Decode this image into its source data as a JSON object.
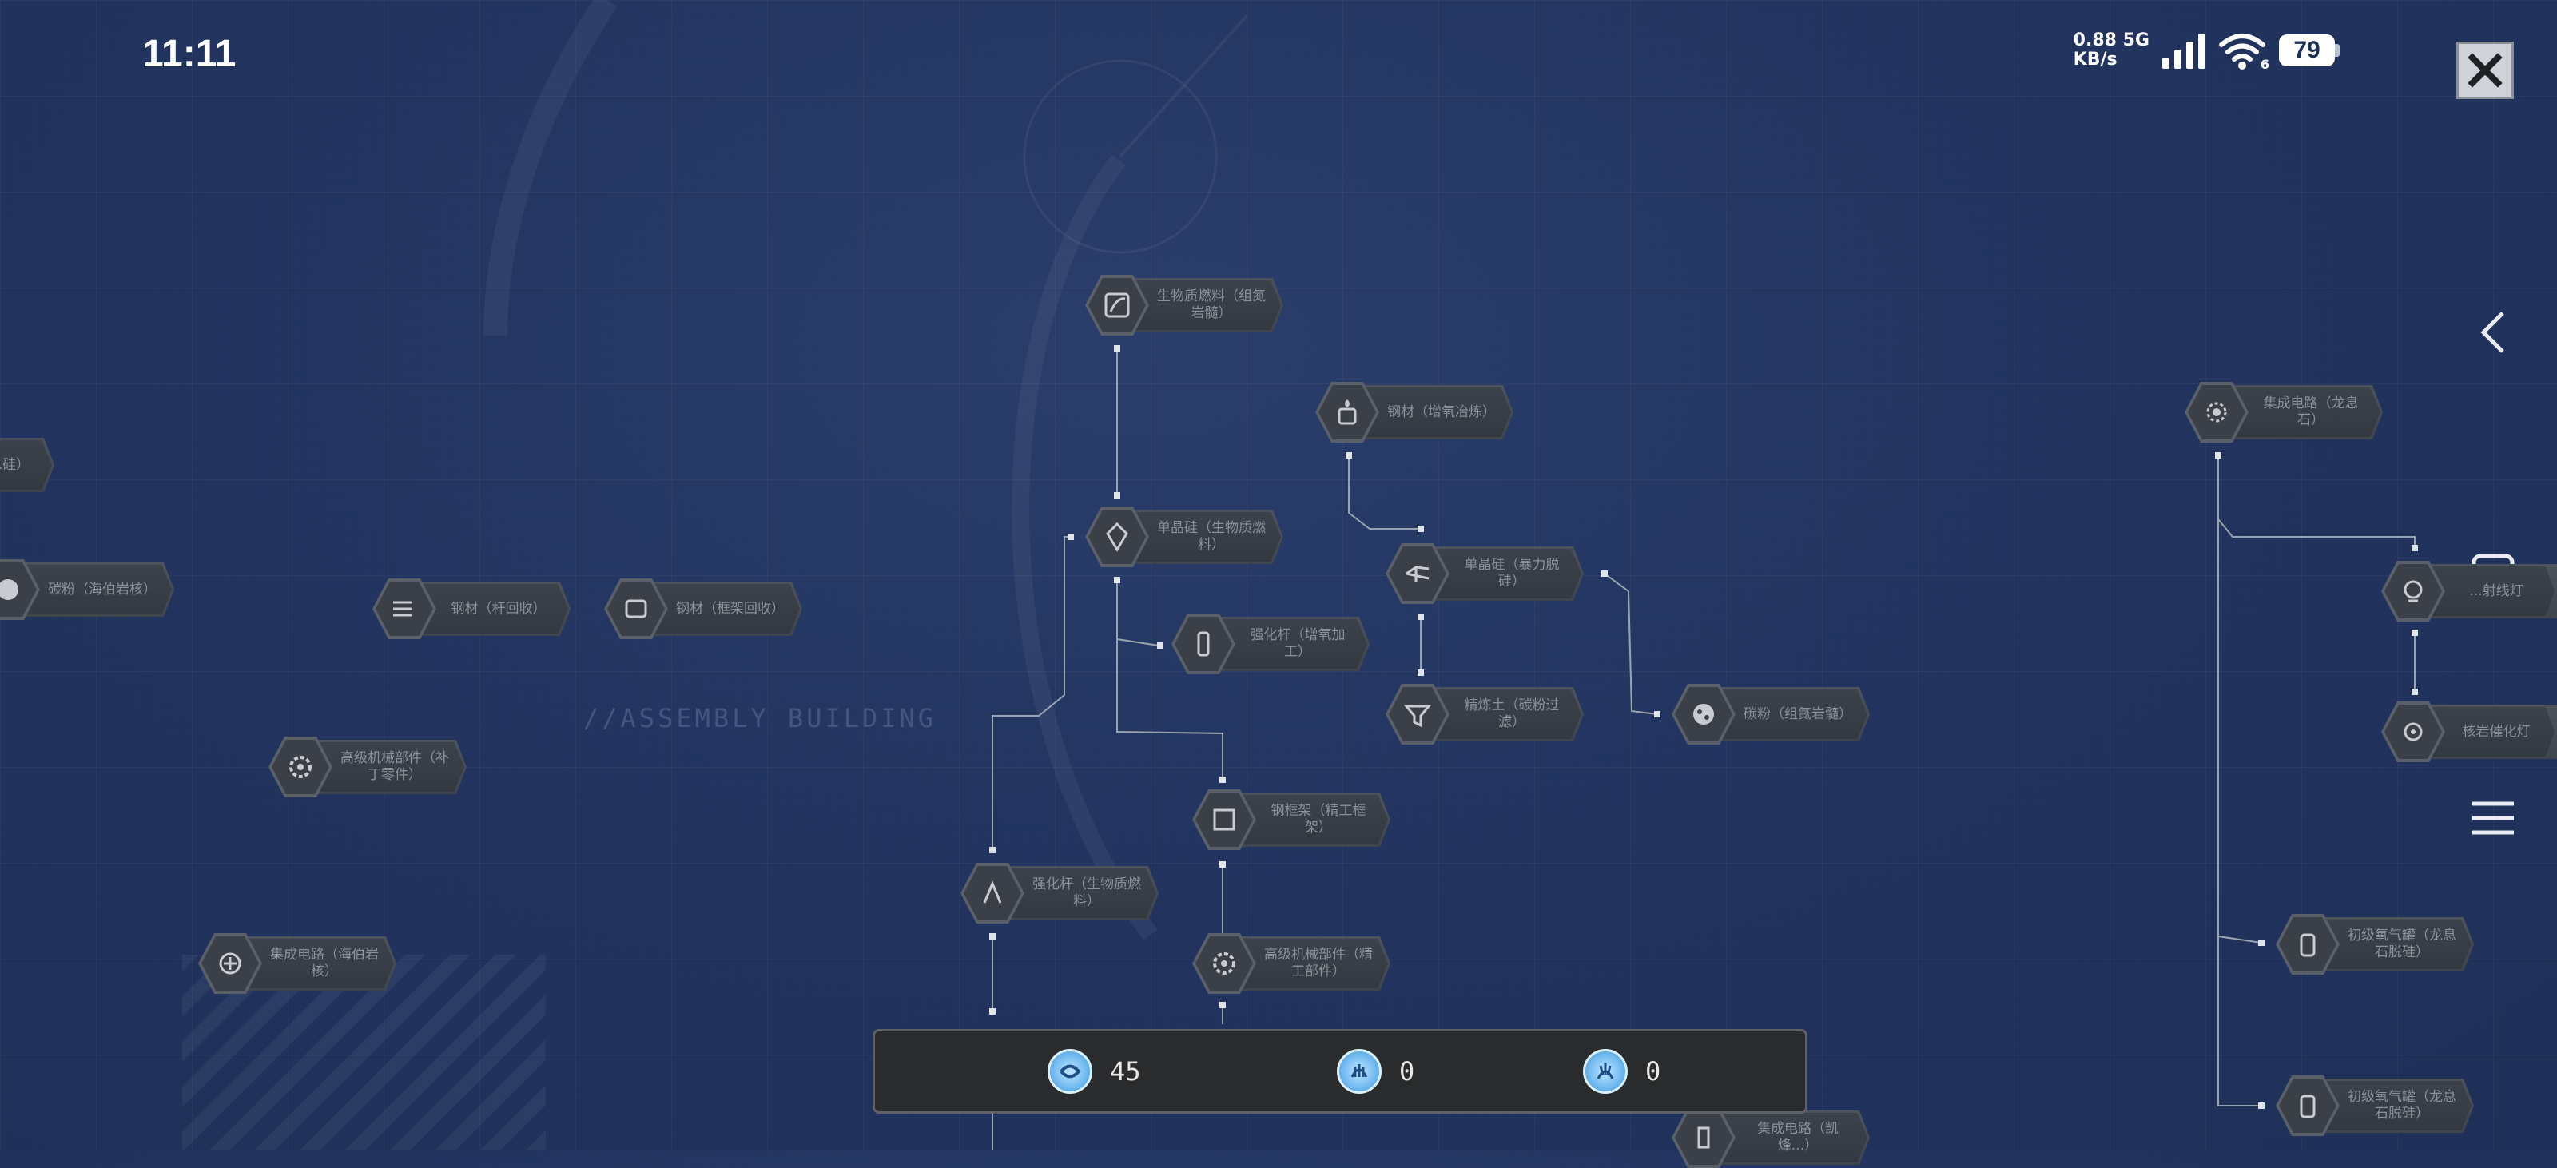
{
  "status_bar": {
    "time": "11:11",
    "net_speed_value": "0.88",
    "net_type": "5G",
    "net_unit": "KB/s",
    "wifi_badge": "6",
    "battery": "79"
  },
  "watermark": "//ASSEMBLY BUILDING",
  "nodes": [
    {
      "id": "n1",
      "label": "生物质燃料（组氮岩髓）",
      "icon": "leaf-box-icon"
    },
    {
      "id": "n2",
      "label": "钢材（增氧冶炼）",
      "icon": "fire-pot-icon"
    },
    {
      "id": "n3",
      "label": "集成电路（龙息石）",
      "icon": "gear-chip-icon"
    },
    {
      "id": "n4",
      "label": "单晶硅（生物质燃料）",
      "icon": "crystal-icon"
    },
    {
      "id": "n5",
      "label": "单晶硅（暴力脱硅）",
      "icon": "fist-icon"
    },
    {
      "id": "n6",
      "label": "强化杆（增氧加工）",
      "icon": "rod-icon"
    },
    {
      "id": "n7",
      "label": "精炼土（碳粉过滤）",
      "icon": "filter-icon"
    },
    {
      "id": "n8",
      "label": "碳粉（组氮岩髓）",
      "icon": "powder-icon"
    },
    {
      "id": "n9",
      "label": "钢材（杆回收）",
      "icon": "bars-icon"
    },
    {
      "id": "n10",
      "label": "钢材（框架回收）",
      "icon": "frame-icon"
    },
    {
      "id": "n11",
      "label": "碳粉（海伯岩核）",
      "icon": "powder-icon"
    },
    {
      "id": "n12",
      "label": "单晶硅（...硅）",
      "icon": "crystal-icon"
    },
    {
      "id": "n13",
      "label": "高级机械部件（补丁零件）",
      "icon": "cog-icon"
    },
    {
      "id": "n14",
      "label": "钢框架（精工框架）",
      "icon": "frame-icon"
    },
    {
      "id": "n15",
      "label": "强化杆（生物质燃料）",
      "icon": "rod-icon"
    },
    {
      "id": "n16",
      "label": "高级机械部件（精工部件）",
      "icon": "cog-icon"
    },
    {
      "id": "n17",
      "label": "集成电路（海伯岩核）",
      "icon": "gear-chip-icon"
    },
    {
      "id": "n18",
      "label": "初级氧气罐（龙息石脱硅）",
      "icon": "tank-icon"
    },
    {
      "id": "n19",
      "label": "初级氧气罐（龙息石脱硅）",
      "icon": "tank-icon"
    },
    {
      "id": "n20",
      "label": "...射线灯",
      "icon": "lamp-icon"
    },
    {
      "id": "n21",
      "label": "核岩催化灯",
      "icon": "lamp-icon"
    },
    {
      "id": "n22",
      "label": "集成电路（凯烽...）",
      "icon": "gear-chip-icon"
    }
  ],
  "resources": [
    {
      "name": "resource-primary",
      "value": "45"
    },
    {
      "name": "resource-secondary",
      "value": "0"
    },
    {
      "name": "resource-tertiary",
      "value": "0"
    }
  ]
}
